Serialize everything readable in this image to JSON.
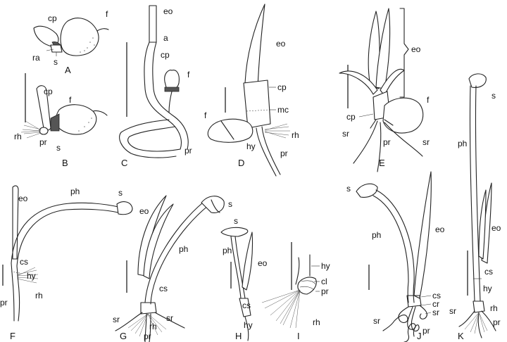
{
  "panels": {
    "A": {
      "letter": "A",
      "labels": {
        "cp": "cp",
        "f": "f",
        "ra": "ra",
        "s": "s"
      }
    },
    "B": {
      "letter": "B",
      "labels": {
        "cp": "cp",
        "f": "f",
        "rh": "rh",
        "pr": "pr",
        "s": "s"
      }
    },
    "C": {
      "letter": "C",
      "labels": {
        "eo": "eo",
        "a": "a",
        "cp": "cp",
        "f": "f",
        "pr": "pr"
      }
    },
    "D": {
      "letter": "D",
      "labels": {
        "eo": "eo",
        "cp": "cp",
        "mc": "mc",
        "f": "f",
        "rh": "rh",
        "hy": "hy",
        "pr": "pr"
      }
    },
    "E": {
      "letter": "E",
      "labels": {
        "eo": "eo",
        "f": "f",
        "cp": "cp",
        "sr1": "sr",
        "sr2": "sr",
        "pr": "pr"
      }
    },
    "F": {
      "letter": "F",
      "labels": {
        "eo": "eo",
        "ph": "ph",
        "s": "s",
        "cs": "cs",
        "hy": "hy",
        "rh": "rh",
        "pr": "pr"
      }
    },
    "G": {
      "letter": "G",
      "labels": {
        "eo": "eo",
        "s": "s",
        "ph": "ph",
        "cs": "cs",
        "sr1": "sr",
        "sr2": "sr",
        "rh": "rh",
        "pr": "pr"
      }
    },
    "H": {
      "letter": "H",
      "labels": {
        "s": "s",
        "ph": "ph",
        "eo": "eo",
        "cs": "cs",
        "hy": "hy"
      }
    },
    "I": {
      "letter": "I",
      "labels": {
        "hy": "hy",
        "cl": "cl",
        "pr": "pr",
        "rh": "rh"
      }
    },
    "J": {
      "letter": "J",
      "labels": {
        "s": "s",
        "ph": "ph",
        "eo": "eo",
        "cs": "cs",
        "cr": "cr",
        "sr1": "sr",
        "sr2": "sr",
        "pr": "pr"
      }
    },
    "K": {
      "letter": "K",
      "labels": {
        "s": "s",
        "ph": "ph",
        "eo": "eo",
        "cs": "cs",
        "hy": "hy",
        "sr": "sr",
        "rh": "rh",
        "pr": "pr"
      }
    }
  }
}
